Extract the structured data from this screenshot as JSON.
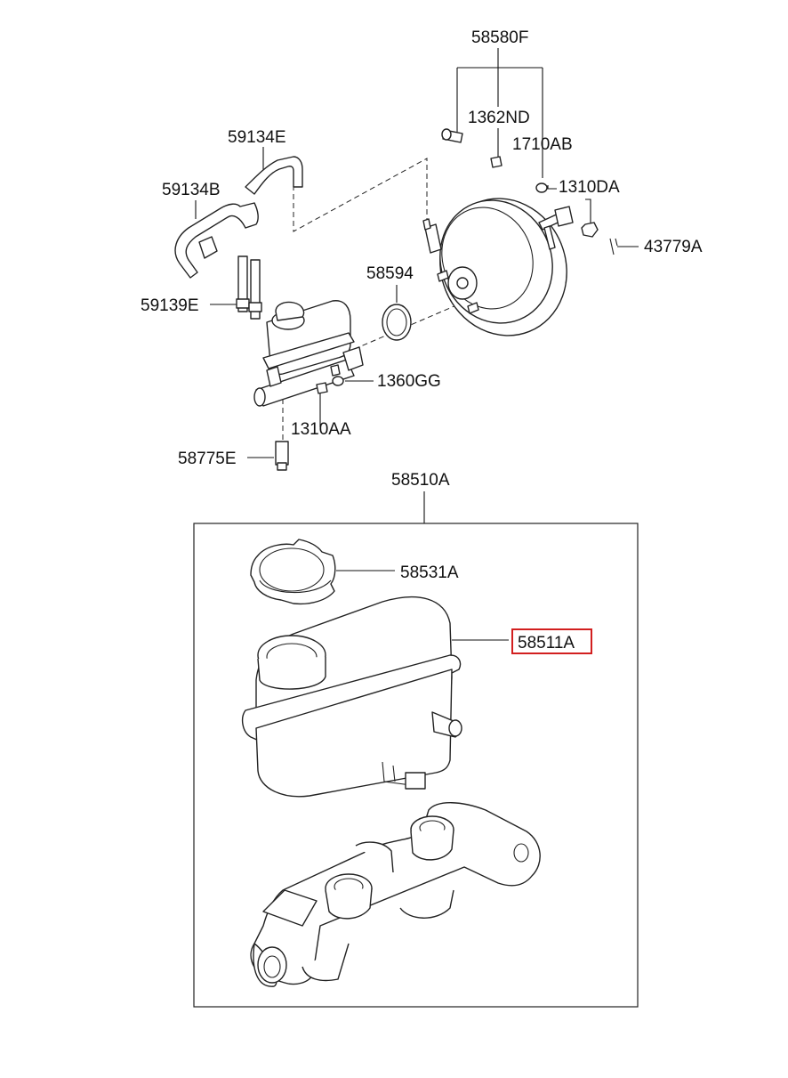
{
  "labels": {
    "p58580F": "58580F",
    "p1362ND": "1362ND",
    "p1710AB": "1710AB",
    "p1310DA": "1310DA",
    "p43779A": "43779A",
    "p59134E": "59134E",
    "p59134B": "59134B",
    "p59139E": "59139E",
    "p58594": "58594",
    "p1360GG": "1360GG",
    "p1310AA": "1310AA",
    "p58775E": "58775E",
    "p58510A": "58510A",
    "p58531A": "58531A",
    "p58511A": "58511A"
  },
  "colors": {
    "line": "#222222",
    "highlight": "#d21f1f",
    "background": "#ffffff"
  },
  "highlighted_part": "58511A"
}
